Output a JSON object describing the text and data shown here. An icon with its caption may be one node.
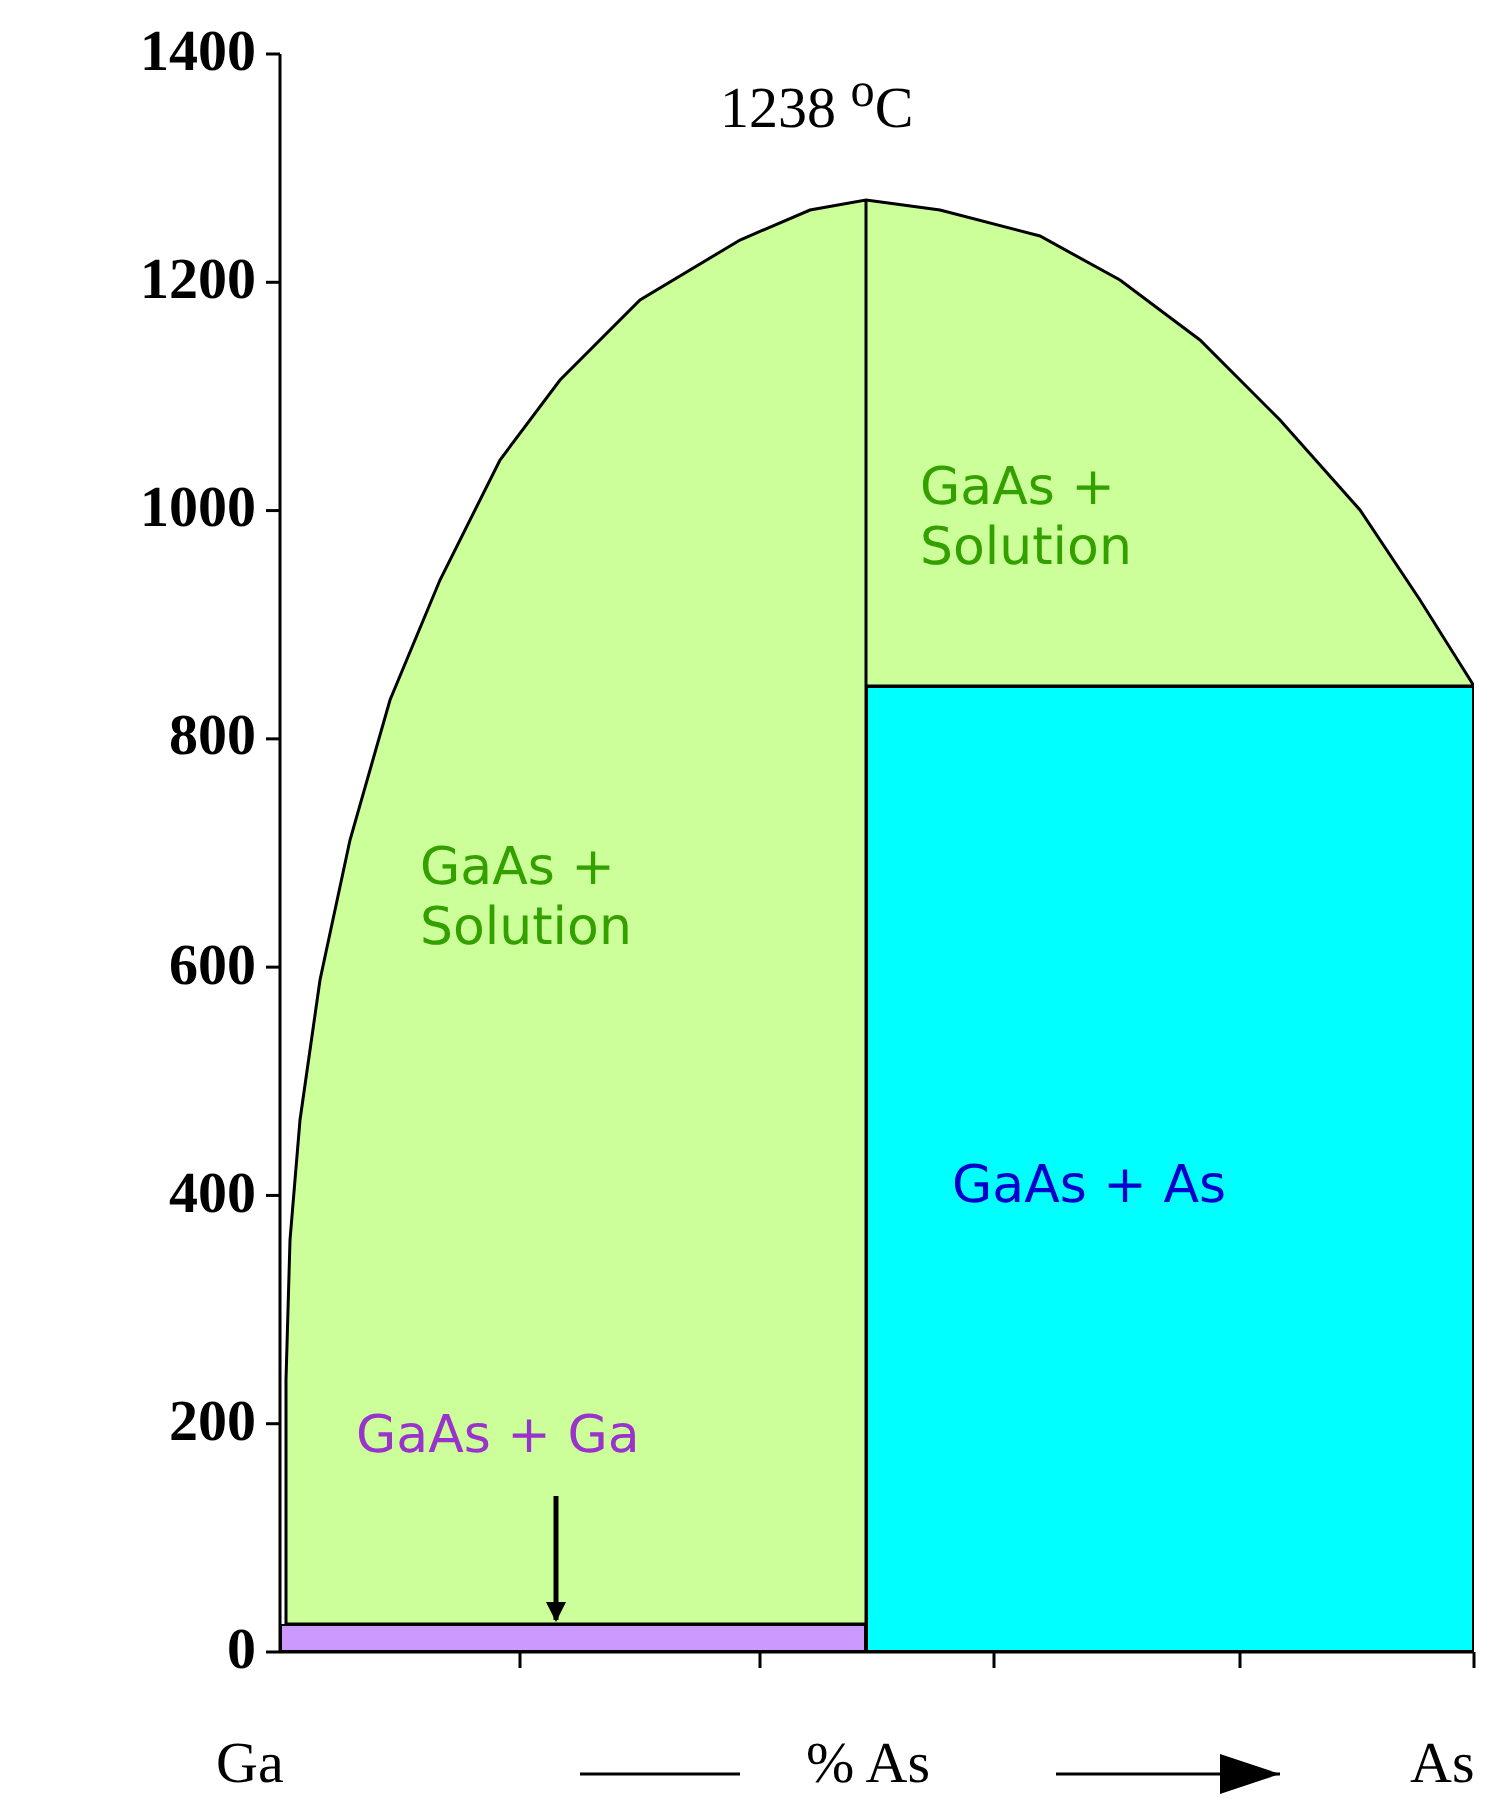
{
  "diagram": {
    "nodes": [
      {
        "text": [
          "GaAs + Solution"
        ]
      },
      {
        "text": [
          "GaAs + Solution"
        ]
      },
      {
        "text": [
          "GaAs + As"
        ]
      },
      {
        "text": [
          "GaAs + Ga"
        ],
        "in": 0
      },
      {
        "text": [],
        "shape": "bar"
      }
    ],
    "edges": [
      {
        "from": 3,
        "to": 4,
        "arrow": "to"
      }
    ],
    "labels": [
      "1400",
      "1238 $^{o}$C",
      "1200",
      "1000",
      "800",
      "600",
      "400",
      "200",
      "0",
      "Ga",
      "% As",
      "As"
    ]
  }
}
